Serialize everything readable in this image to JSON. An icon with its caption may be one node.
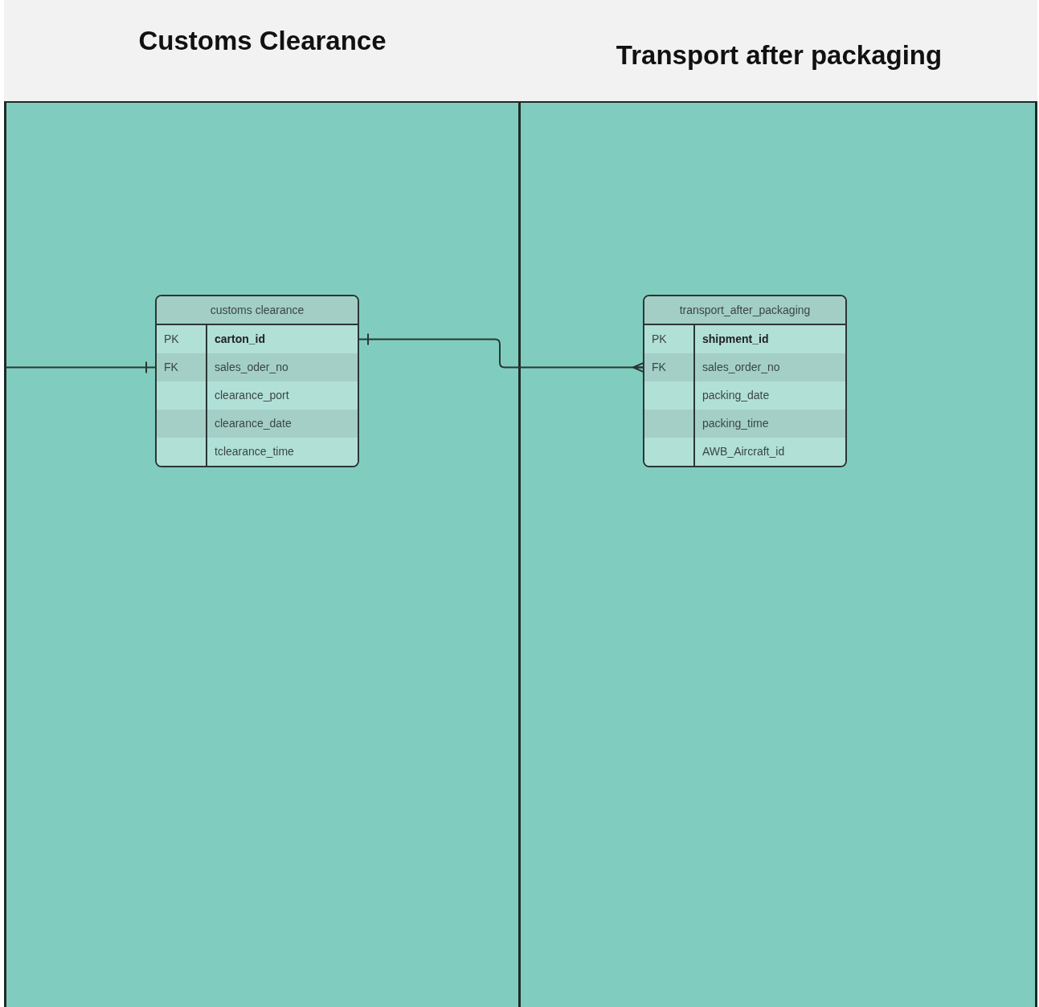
{
  "diagram": {
    "nodes": [
      {
        "text": [
          "Customs Clearance"
        ]
      },
      {
        "text": [
          "Transport after packaging"
        ]
      },
      {
        "text": [
          "customs clearance"
        ],
        "in": 0
      },
      {
        "text": [
          "PK",
          "carton_id"
        ],
        "in": 2
      },
      {
        "text": [
          "FK",
          "sales_oder_no"
        ],
        "in": 2
      },
      {
        "text": [
          "clearance_port"
        ],
        "in": 2
      },
      {
        "text": [
          "clearance_date"
        ],
        "in": 2
      },
      {
        "text": [
          "tclearance_time"
        ],
        "in": 2
      },
      {
        "text": [
          "transport_after_packaging"
        ],
        "in": 1
      },
      {
        "text": [
          "PK",
          "shipment_id"
        ],
        "in": 8
      },
      {
        "text": [
          "FK",
          "sales_order_no"
        ],
        "in": 8
      },
      {
        "text": [
          "packing_date"
        ],
        "in": 8
      },
      {
        "text": [
          "packing_time"
        ],
        "in": 8
      },
      {
        "text": [
          "AWB_Aircraft_id"
        ],
        "in": 8
      }
    ],
    "edges": [
      {
        "from": null,
        "to": 4,
        "arrow": "other"
      },
      {
        "from": 3,
        "to": 10,
        "arrow": "other"
      }
    ]
  }
}
